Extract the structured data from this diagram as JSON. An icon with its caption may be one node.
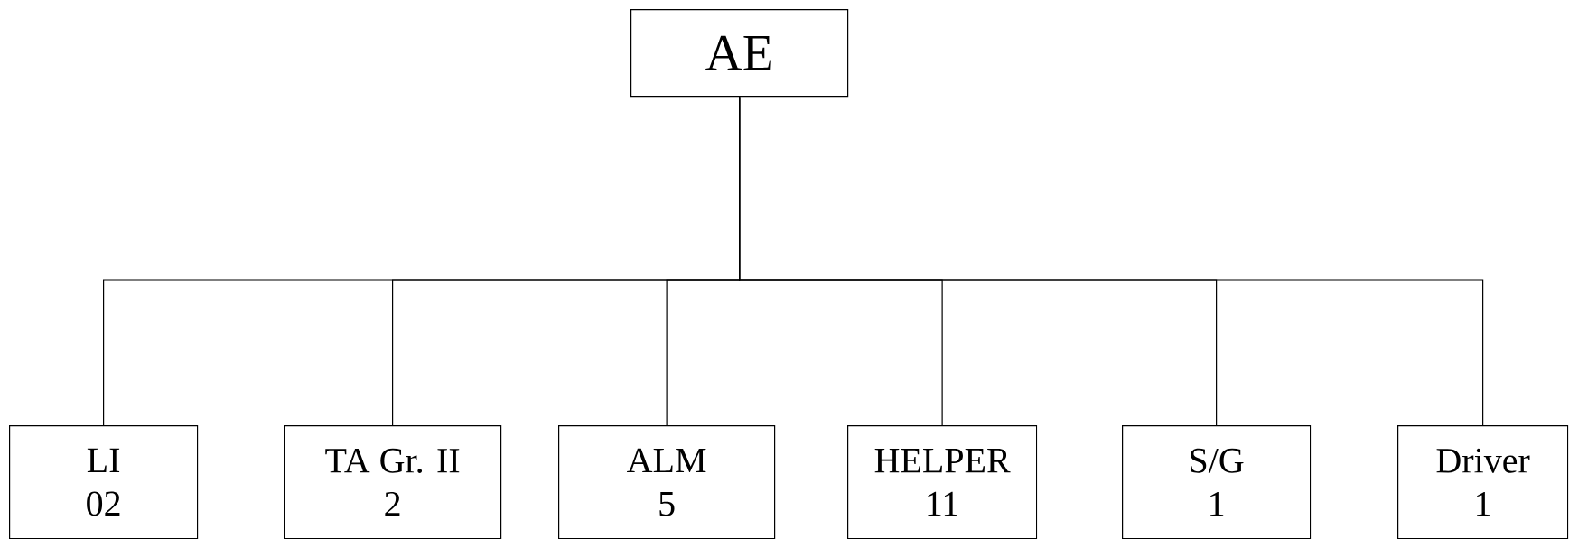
{
  "diagram": {
    "nodes": [
      {
        "text": [
          "AE"
        ]
      },
      {
        "text": [
          "LI",
          "02"
        ]
      },
      {
        "text": [
          "TA Gr. II",
          "2"
        ]
      },
      {
        "text": [
          "ALM",
          "5"
        ]
      },
      {
        "text": [
          "HELPER",
          "11"
        ]
      },
      {
        "text": [
          "S/G",
          "1"
        ]
      },
      {
        "text": [
          "Driver",
          "1"
        ]
      }
    ],
    "edges": [
      {
        "from": 0,
        "to": 1,
        "arrow": "none"
      },
      {
        "from": 0,
        "to": 2,
        "arrow": "none"
      },
      {
        "from": 0,
        "to": 3,
        "arrow": "none"
      },
      {
        "from": 0,
        "to": 4,
        "arrow": "none"
      },
      {
        "from": 0,
        "to": 5,
        "arrow": "none"
      },
      {
        "from": 0,
        "to": 6,
        "arrow": "none"
      }
    ]
  }
}
